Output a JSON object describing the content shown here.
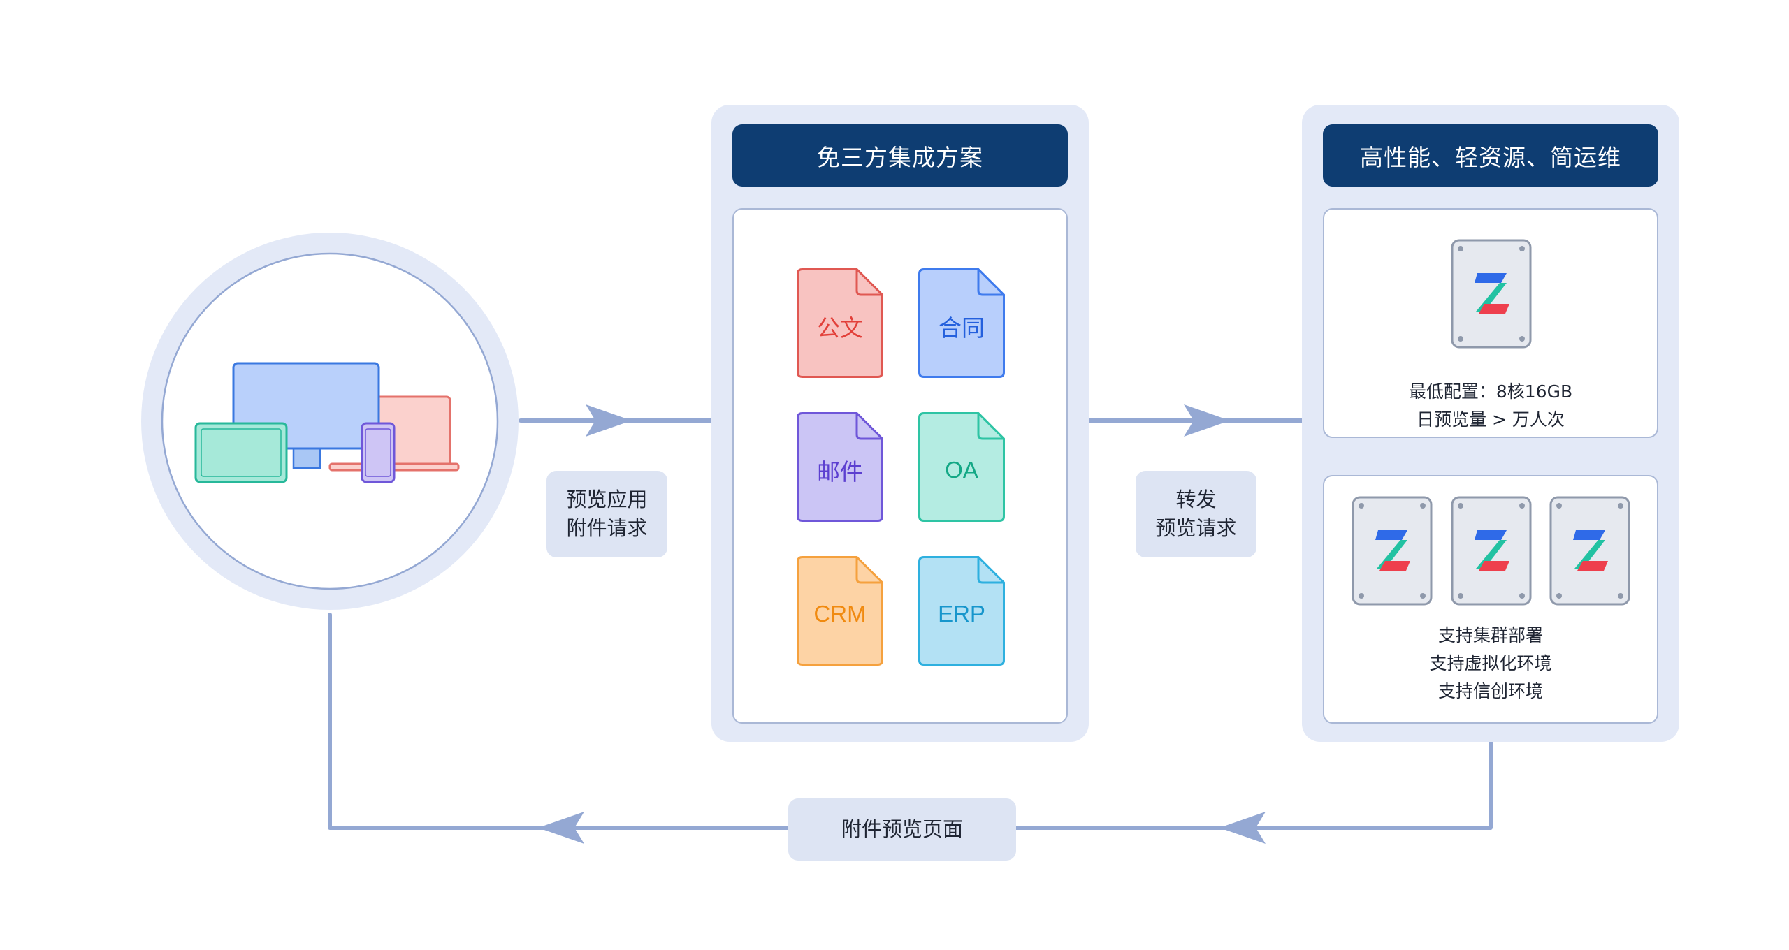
{
  "gateway": {
    "title": "免三方集成方案",
    "documents": [
      {
        "label": "公文",
        "fill": "#f8c3c1",
        "stroke": "#e05852",
        "text": "#e2403a"
      },
      {
        "label": "合同",
        "fill": "#b8cffc",
        "stroke": "#3f7bed",
        "text": "#2460dd"
      },
      {
        "label": "邮件",
        "fill": "#cbc5f5",
        "stroke": "#6f57d9",
        "text": "#5c3fd0"
      },
      {
        "label": "OA",
        "fill": "#b4ece2",
        "stroke": "#2ec4a4",
        "text": "#14a886"
      },
      {
        "label": "CRM",
        "fill": "#fdd3a5",
        "stroke": "#f5a13e",
        "text": "#f08a10"
      },
      {
        "label": "ERP",
        "fill": "#b3e1f4",
        "stroke": "#2eb0df",
        "text": "#1796cc"
      }
    ]
  },
  "service": {
    "title": "高性能、轻资源、简运维",
    "single_lines": [
      "最低配置：8核16GB",
      "日预览量 > 万人次"
    ],
    "cluster_lines": [
      "支持集群部署",
      "支持虚拟化环境",
      "支持信创环境"
    ]
  },
  "labels": {
    "request": [
      "预览应用",
      "附件请求"
    ],
    "forward": [
      "转发",
      "预览请求"
    ],
    "response": [
      "附件预览页面"
    ]
  },
  "colors": {
    "panel": "#e3e9f7",
    "header": "#0e3d72",
    "arrow": "#94a8d3"
  }
}
